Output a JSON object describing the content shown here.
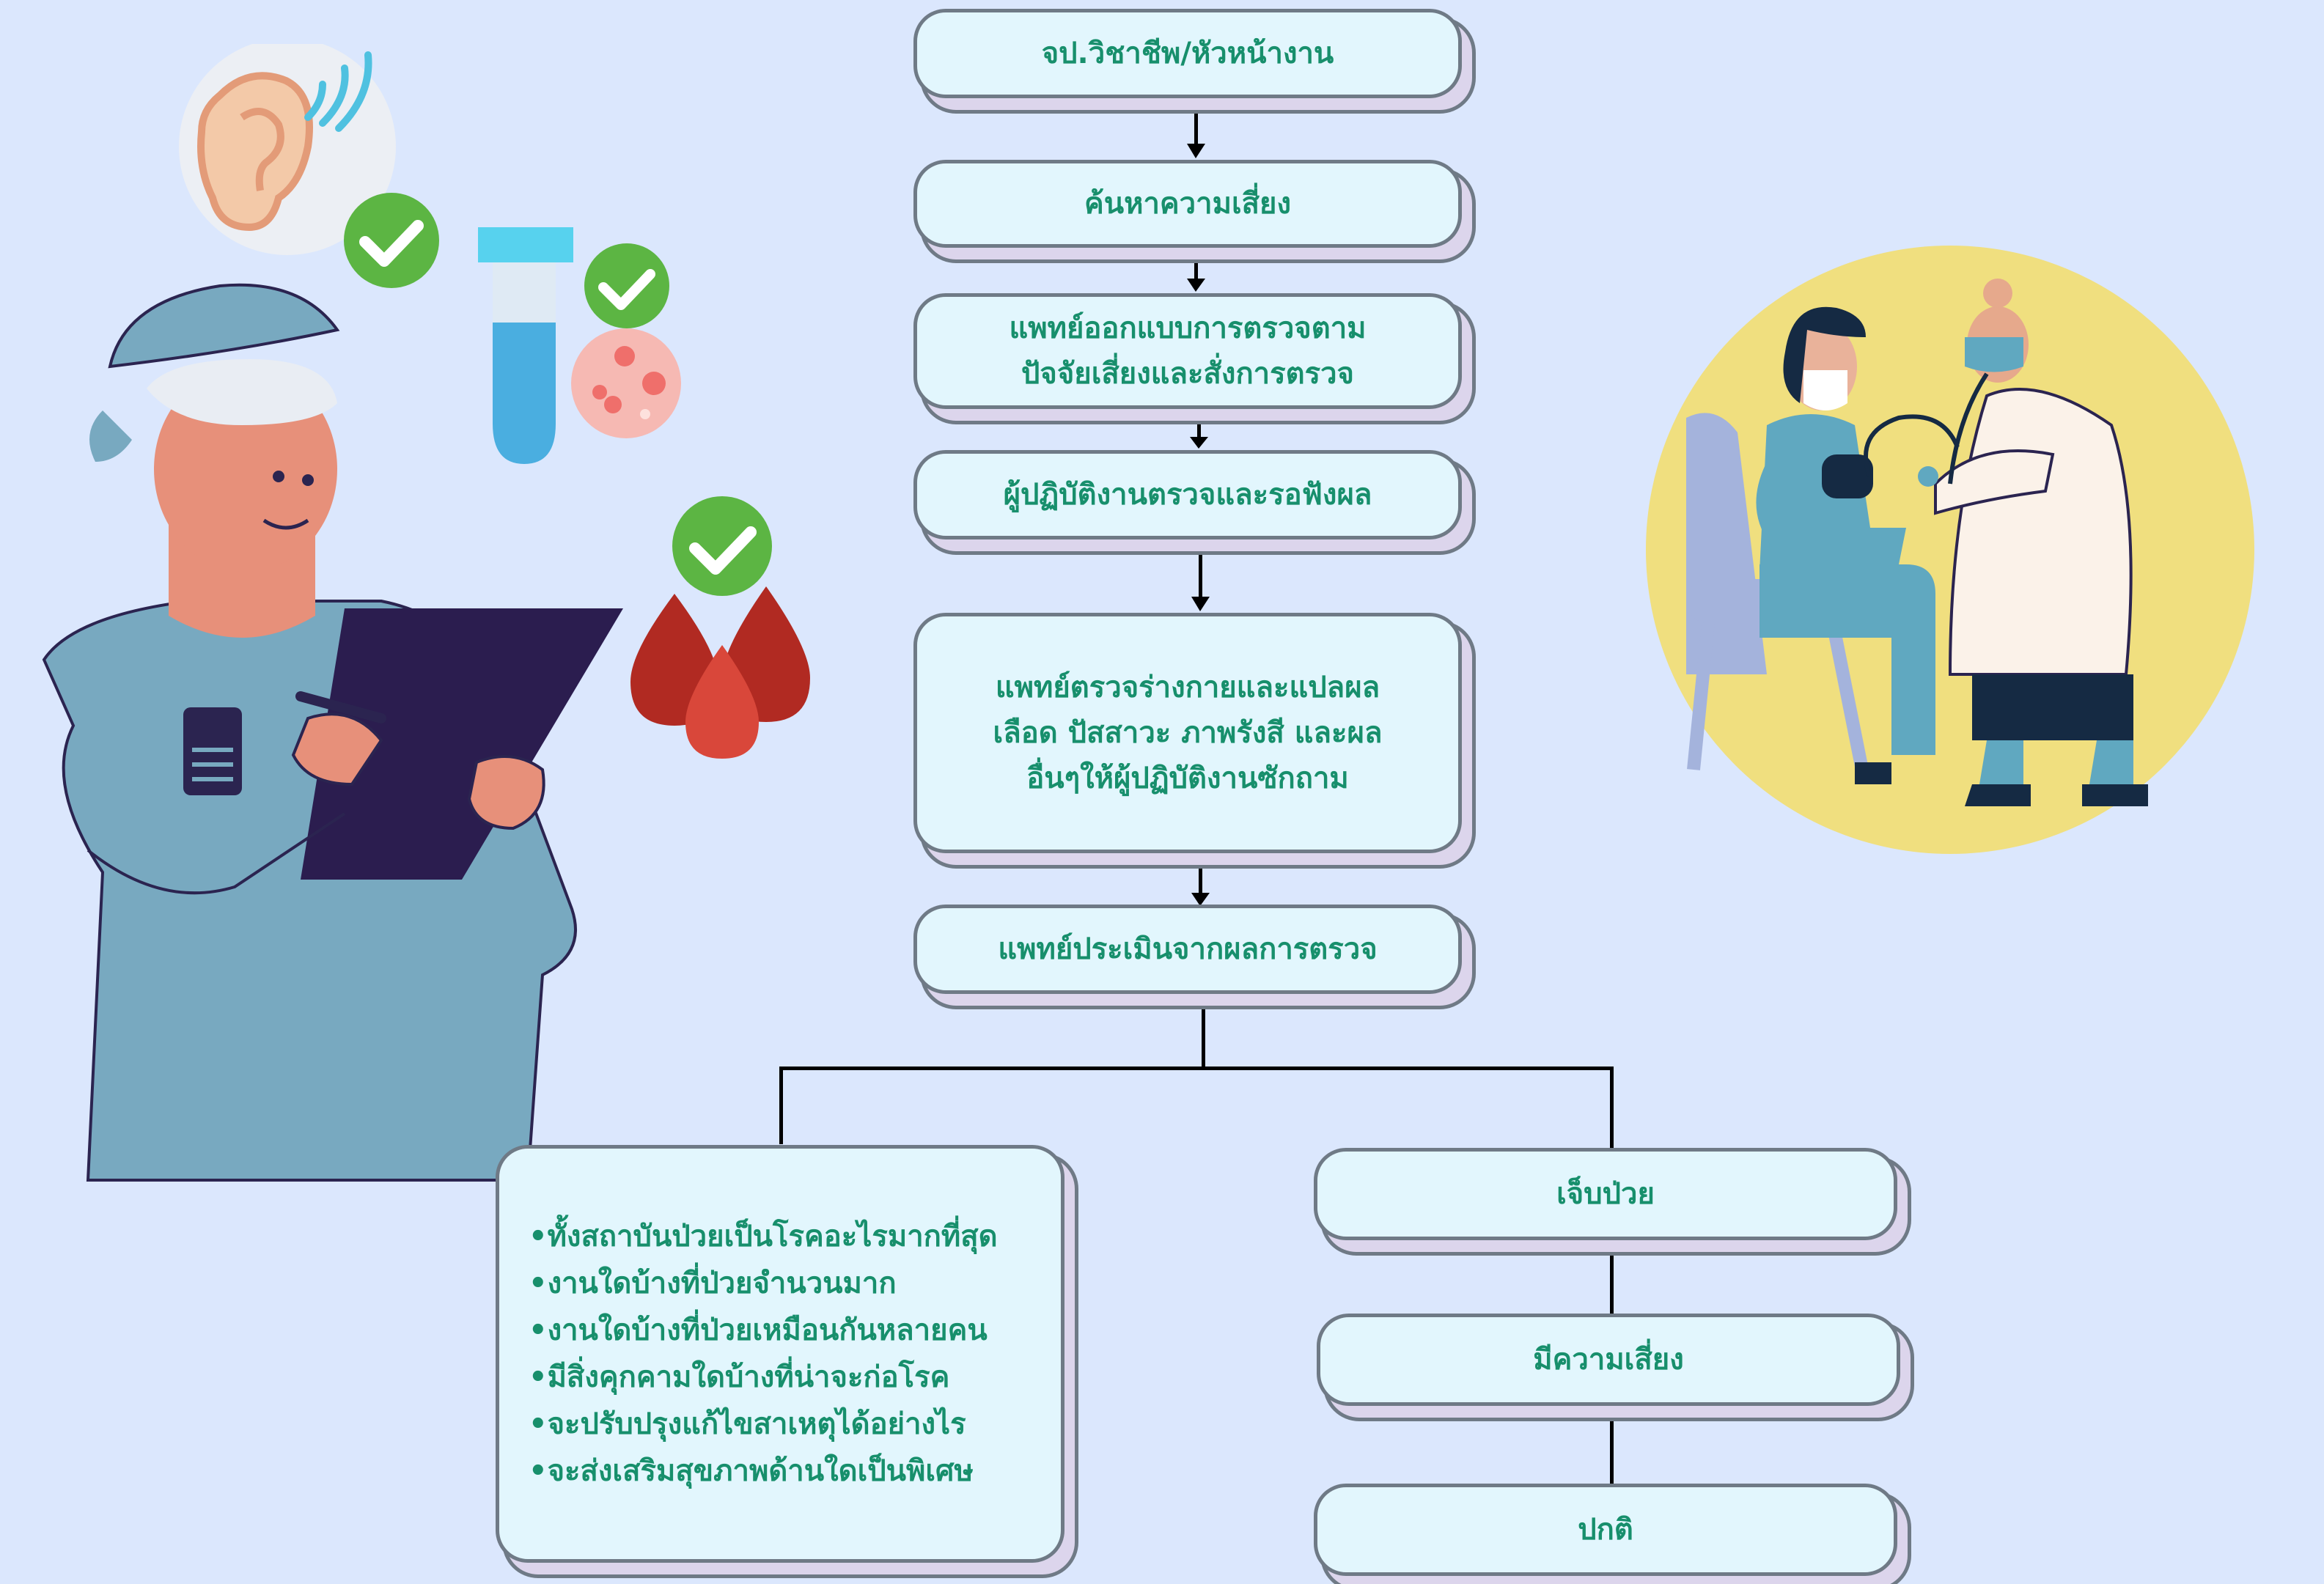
{
  "flow": {
    "step1": "จป.วิชาชีพ/หัวหน้างาน",
    "step2": "ค้นหาความเสี่ยง",
    "step3": "แพทย์ออกแบบการตรวจตาม\nปัจจัยเสี่ยงและสั่งการตรวจ",
    "step4": "ผู้ปฏิบัติงานตรวจและรอฟังผล",
    "step5": "แพทย์ตรวจร่างกายและแปลผล\nเลือด ปัสสาวะ ภาพรังสี และผล\nอื่นๆให้ผู้ปฏิบัติงานซักถาม",
    "step6": "แพทย์ประเมินจากผลการตรวจ",
    "left_list": [
      "•ทั้งสถาบันป่วยเป็นโรคอะไรมากที่สุด",
      "•งานใดบ้างที่ป่วยจำนวนมาก",
      "•งานใดบ้างที่ป่วยเหมือนกันหลายคน",
      "•มีสิ่งคุกคามใดบ้างที่น่าจะก่อโรค",
      "•จะปรับปรุงแก้ไขสาเหตุได้อย่างไร",
      "•จะส่งเสริมสุขภาพด้านใดเป็นพิเศษ"
    ],
    "right1": "เจ็บป่วย",
    "right2": "มีความเสี่ยง",
    "right3": "ปกติ"
  },
  "colors": {
    "background": "#dbe7fd",
    "box_fill": "#e2f6fd",
    "box_text": "#178f6c",
    "check_green": "#5cb543",
    "accent_yellow": "#f0df7f"
  },
  "icons": [
    "ear-icon",
    "check-icon",
    "test-tube-icon",
    "petri-dish-icon",
    "blood-drops-icon",
    "worker-with-clipboard-illustration",
    "doctor-measuring-blood-pressure-illustration"
  ]
}
